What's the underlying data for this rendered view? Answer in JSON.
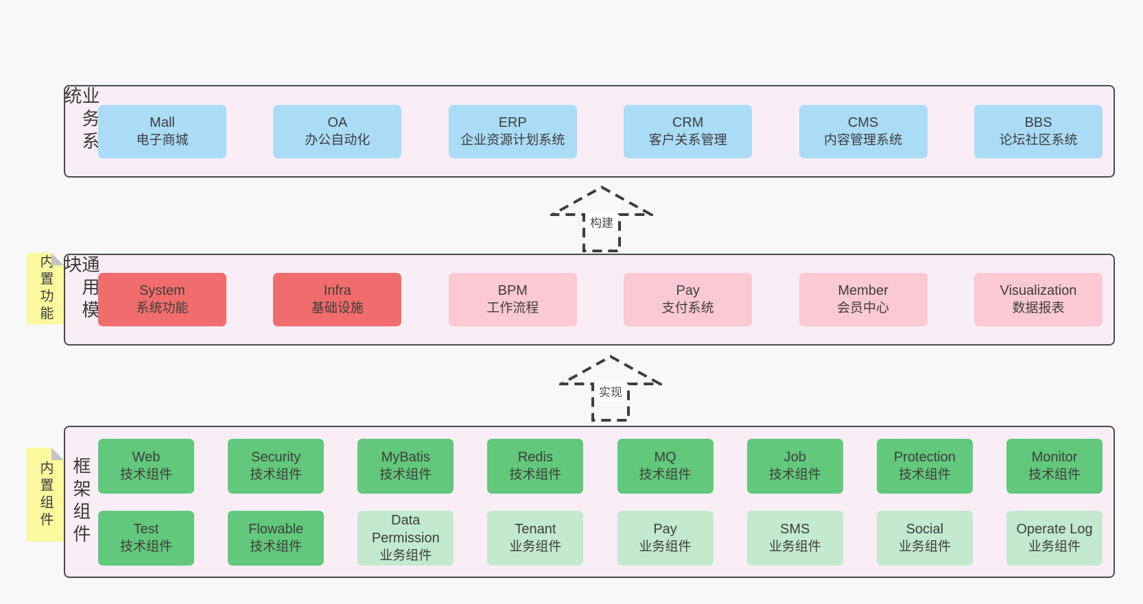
{
  "colors": {
    "page_bg": "#f8f8f8",
    "band_bg": "#f9edf6",
    "band_border": "#4a4a4a",
    "blue": "#aadcf6",
    "red": "#f16c6c",
    "pink": "#fac9d3",
    "green": "#62c87c",
    "light_green": "#c3e9cf",
    "sticky": "#fbf89d",
    "fold": "#c3c3c3",
    "text": "#3d3d3d"
  },
  "stickies": [
    {
      "label": "内置功能"
    },
    {
      "label": "内置组件"
    }
  ],
  "arrows": [
    {
      "label": "构建"
    },
    {
      "label": "实现"
    }
  ],
  "bands": [
    {
      "label": "业务系统",
      "rows": [
        [
          {
            "name": "Mall",
            "subtitle": "电子商城",
            "color": "blue"
          },
          {
            "name": "OA",
            "subtitle": "办公自动化",
            "color": "blue"
          },
          {
            "name": "ERP",
            "subtitle": "企业资源计划系统",
            "color": "blue"
          },
          {
            "name": "CRM",
            "subtitle": "客户关系管理",
            "color": "blue"
          },
          {
            "name": "CMS",
            "subtitle": "内容管理系统",
            "color": "blue"
          },
          {
            "name": "BBS",
            "subtitle": "论坛社区系统",
            "color": "blue"
          }
        ]
      ]
    },
    {
      "label": "通用模块",
      "rows": [
        [
          {
            "name": "System",
            "subtitle": "系统功能",
            "color": "red"
          },
          {
            "name": "Infra",
            "subtitle": "基础设施",
            "color": "red"
          },
          {
            "name": "BPM",
            "subtitle": "工作流程",
            "color": "pink"
          },
          {
            "name": "Pay",
            "subtitle": "支付系统",
            "color": "pink"
          },
          {
            "name": "Member",
            "subtitle": "会员中心",
            "color": "pink"
          },
          {
            "name": "Visualization",
            "subtitle": "数据报表",
            "color": "pink"
          }
        ]
      ]
    },
    {
      "label": "框架组件",
      "rows": [
        [
          {
            "name": "Web",
            "subtitle": "技术组件",
            "color": "green"
          },
          {
            "name": "Security",
            "subtitle": "技术组件",
            "color": "green"
          },
          {
            "name": "MyBatis",
            "subtitle": "技术组件",
            "color": "green"
          },
          {
            "name": "Redis",
            "subtitle": "技术组件",
            "color": "green"
          },
          {
            "name": "MQ",
            "subtitle": "技术组件",
            "color": "green"
          },
          {
            "name": "Job",
            "subtitle": "技术组件",
            "color": "green"
          },
          {
            "name": "Protection",
            "subtitle": "技术组件",
            "color": "green"
          },
          {
            "name": "Monitor",
            "subtitle": "技术组件",
            "color": "green"
          }
        ],
        [
          {
            "name": "Test",
            "subtitle": "技术组件",
            "color": "green"
          },
          {
            "name": "Flowable",
            "subtitle": "技术组件",
            "color": "green"
          },
          {
            "name": "Data Permission",
            "subtitle": "业务组件",
            "color": "light_green"
          },
          {
            "name": "Tenant",
            "subtitle": "业务组件",
            "color": "light_green"
          },
          {
            "name": "Pay",
            "subtitle": "业务组件",
            "color": "light_green"
          },
          {
            "name": "SMS",
            "subtitle": "业务组件",
            "color": "light_green"
          },
          {
            "name": "Social",
            "subtitle": "业务组件",
            "color": "light_green"
          },
          {
            "name": "Operate Log",
            "subtitle": "业务组件",
            "color": "light_green"
          }
        ]
      ]
    }
  ]
}
